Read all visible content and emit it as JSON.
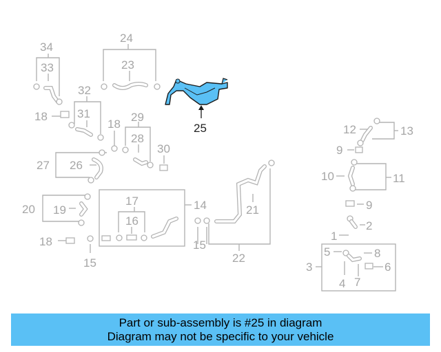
{
  "highlight_color": "#5ac0f5",
  "diagram": {
    "callouts": [
      "34",
      "33",
      "18",
      "32",
      "31",
      "24",
      "23",
      "29",
      "28",
      "18",
      "30",
      "27",
      "26",
      "20",
      "19",
      "18",
      "15",
      "17",
      "16",
      "14",
      "15",
      "21",
      "22",
      "12",
      "13",
      "9",
      "10",
      "11",
      "9",
      "1",
      "2",
      "5",
      "8",
      "3",
      "6",
      "4",
      "7"
    ],
    "highlighted_callout": "25"
  },
  "banner": {
    "line1": "Part or sub-assembly is #25 in diagram",
    "line2": "Diagram may not be specific to your vehicle"
  }
}
